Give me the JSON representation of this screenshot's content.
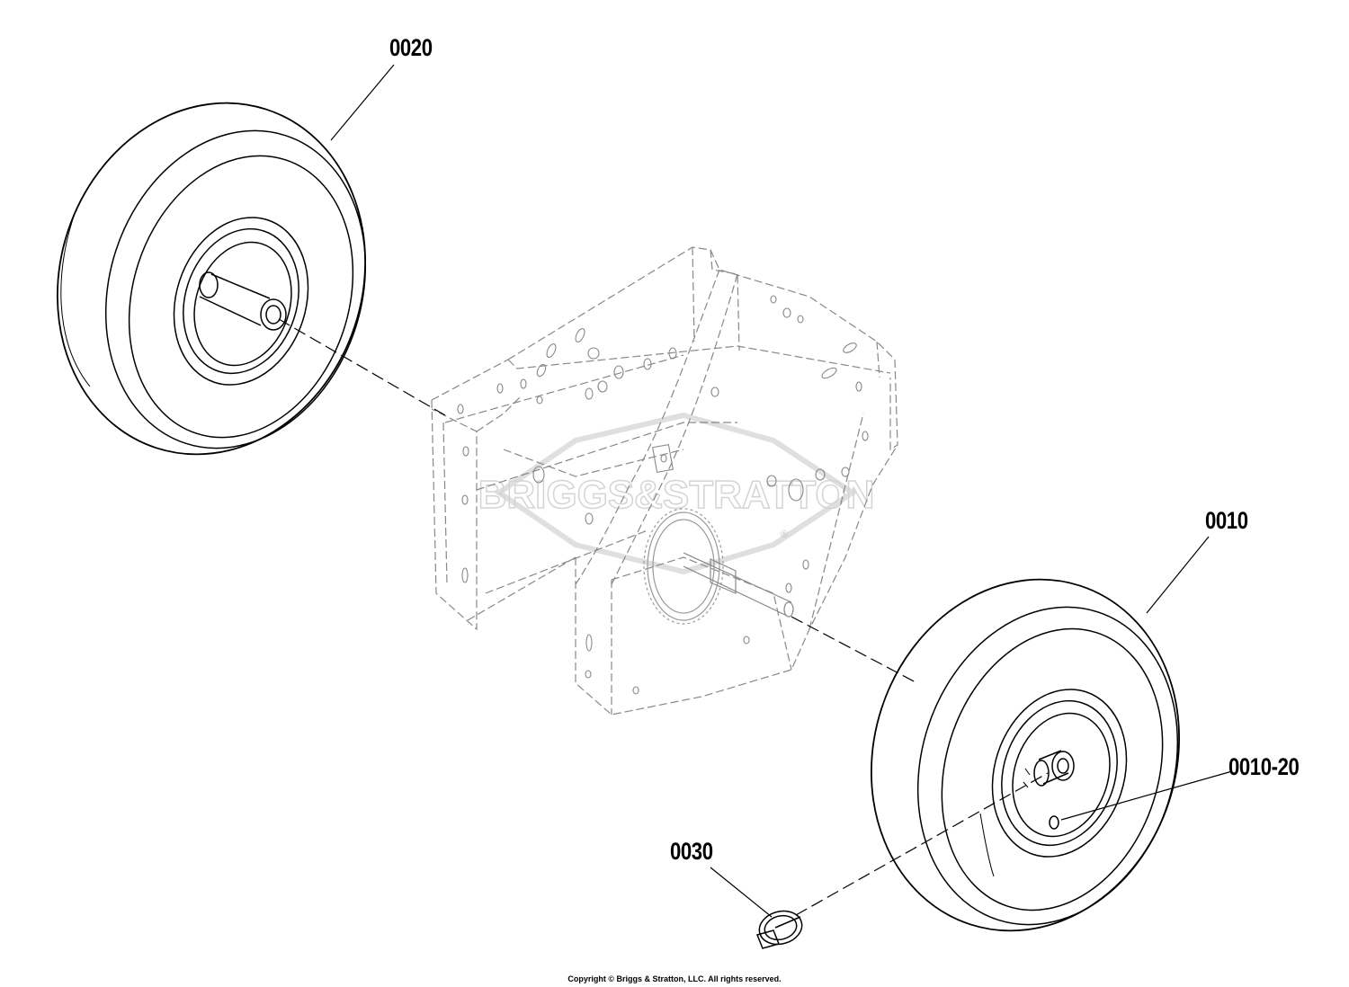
{
  "callouts": [
    {
      "id": "0020",
      "label": "0020"
    },
    {
      "id": "0010",
      "label": "0010"
    },
    {
      "id": "0010-20",
      "label": "0010-20"
    },
    {
      "id": "0030",
      "label": "0030"
    }
  ],
  "watermark": {
    "text": "BRIGGS&STRATTON",
    "registered_mark": "®"
  },
  "footer": {
    "copyright": "Copyright © Briggs & Stratton, LLC. All rights reserved."
  },
  "colors": {
    "line": "#000000",
    "frame_line": "#888888",
    "watermark": "#dcdcdc",
    "background": "#ffffff"
  }
}
